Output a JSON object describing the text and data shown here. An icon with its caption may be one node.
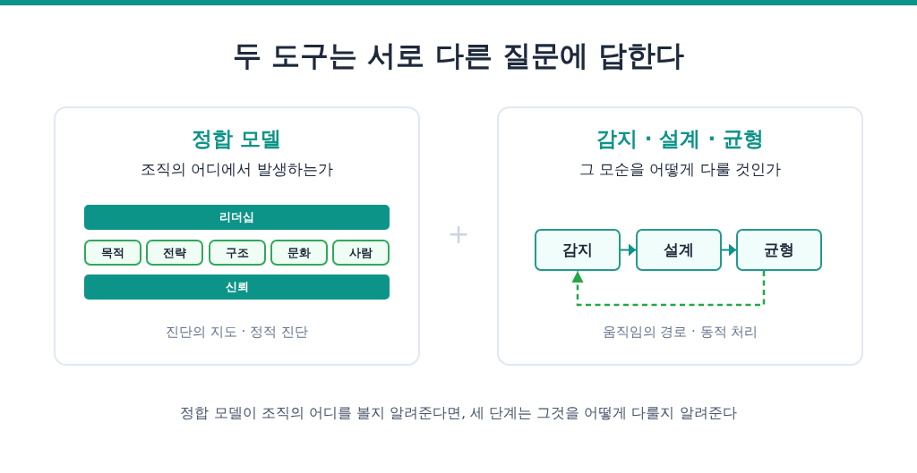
{
  "diagram": {
    "title": "두 도구는 서로 다른 질문에 답한다",
    "caption": "정합 모델이 조직의 어디를 볼지 알려준다면, 세 단계는 그것을 어떻게 다룰지 알려준다",
    "nodes": [
      {
        "text": [
          "정합 모델",
          "조직의 어디에서 발생하는가",
          "진단의 지도 · 정적 진단"
        ]
      },
      {
        "text": [
          "리더십"
        ],
        "in": 0
      },
      {
        "text": [
          "목적"
        ],
        "in": 0
      },
      {
        "text": [
          "전략"
        ],
        "in": 0
      },
      {
        "text": [
          "구조"
        ],
        "in": 0
      },
      {
        "text": [
          "문화"
        ],
        "in": 0
      },
      {
        "text": [
          "사람"
        ],
        "in": 0
      },
      {
        "text": [
          "신뢰"
        ],
        "in": 0
      },
      {
        "text": [
          "감지 · 설계 · 균형",
          "그 모순을 어떻게 다룰 것인가",
          "움직임의 경로 · 동적 처리"
        ]
      },
      {
        "text": [
          "감지"
        ],
        "in": 8
      },
      {
        "text": [
          "설계"
        ],
        "in": 8
      },
      {
        "text": [
          "균형"
        ],
        "in": 8
      }
    ],
    "edges": [
      {
        "from": 9,
        "to": 10,
        "arrow": "to"
      },
      {
        "from": 10,
        "to": 11,
        "arrow": "to"
      },
      {
        "from": 11,
        "to": 9,
        "arrow": "to",
        "style": "dashed",
        "color": "#22a848"
      }
    ],
    "labels": [
      "+"
    ]
  }
}
